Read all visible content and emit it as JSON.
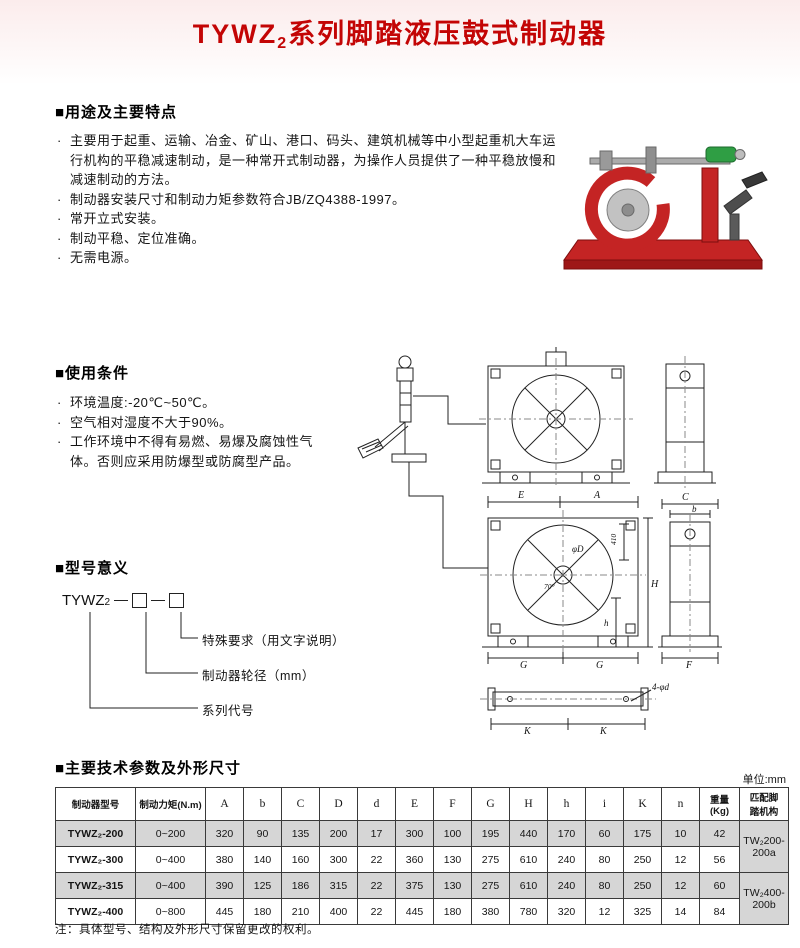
{
  "title": {
    "pre": "TYWZ",
    "sub": "2",
    "rest": "系列脚踏液压鼓式制动器"
  },
  "glyphs": {
    "bullet": "·"
  },
  "features": {
    "heading": "■用途及主要特点",
    "bullets": [
      "主要用于起重、运输、冶金、矿山、港口、码头、建筑机械等中小型起重机大车运行机构的平稳减速制动，是一种常开式制动器，为操作人员提供了一种平稳放慢和减速制动的方法。",
      "制动器安装尺寸和制动力矩参数符合JB/ZQ4388-1997。",
      "常开立式安装。",
      "制动平稳、定位准确。",
      "无需电源。"
    ]
  },
  "conditions": {
    "heading": "■使用条件",
    "bullets": [
      "环境温度:-20℃~50℃。",
      "空气相对湿度不大于90%。",
      "工作环境中不得有易燃、易爆及腐蚀性气体。否则应采用防爆型或防腐型产品。"
    ]
  },
  "model": {
    "heading": "■型号意义",
    "prefix_pre": "TYWZ",
    "prefix_sub": "2",
    "labels": [
      "特殊要求（用文字说明）",
      "制动器轮径（mm）",
      "系列代号"
    ]
  },
  "drawing": {
    "labels": {
      "e": "E",
      "a": "A",
      "c": "C",
      "b": "b",
      "h_upper": "H",
      "h_lower": "h",
      "g": "G",
      "f": "F",
      "k": "K",
      "holes": "4-φd",
      "phi_d": "φD",
      "angle": "70°",
      "v410": "410"
    }
  },
  "specs": {
    "heading": "■主要技术参数及外形尺寸",
    "unit": "单位:mm",
    "table": {
      "headers": [
        "制动器型号",
        "制动力矩(N.m)",
        "A",
        "b",
        "C",
        "D",
        "d",
        "E",
        "F",
        "G",
        "H",
        "h",
        "i",
        "K",
        "n",
        "重量\n(Kg)",
        "匹配脚\n踏机构"
      ],
      "rows": [
        {
          "model": "TYWZ₂-200",
          "torque": "0~200",
          "values": [
            "320",
            "90",
            "135",
            "200",
            "17",
            "300",
            "100",
            "195",
            "440",
            "170",
            "60",
            "175",
            "10"
          ],
          "weight": "42",
          "match": "TW₂200-200a"
        },
        {
          "model": "TYWZ₂-300",
          "torque": "0~400",
          "values": [
            "380",
            "140",
            "160",
            "300",
            "22",
            "360",
            "130",
            "275",
            "610",
            "240",
            "80",
            "250",
            "12"
          ],
          "weight": "56"
        },
        {
          "model": "TYWZ₂-315",
          "torque": "0~400",
          "values": [
            "390",
            "125",
            "186",
            "315",
            "22",
            "375",
            "130",
            "275",
            "610",
            "240",
            "80",
            "250",
            "12"
          ],
          "weight": "60",
          "match": "TW₂400-200b"
        },
        {
          "model": "TYWZ₂-400",
          "torque": "0~800",
          "values": [
            "445",
            "180",
            "210",
            "400",
            "22",
            "445",
            "180",
            "380",
            "780",
            "320",
            "12",
            "325",
            "14"
          ],
          "weight": "84"
        }
      ]
    },
    "note": "注：具体型号、结构及外形尺寸保留更改的权利。"
  }
}
